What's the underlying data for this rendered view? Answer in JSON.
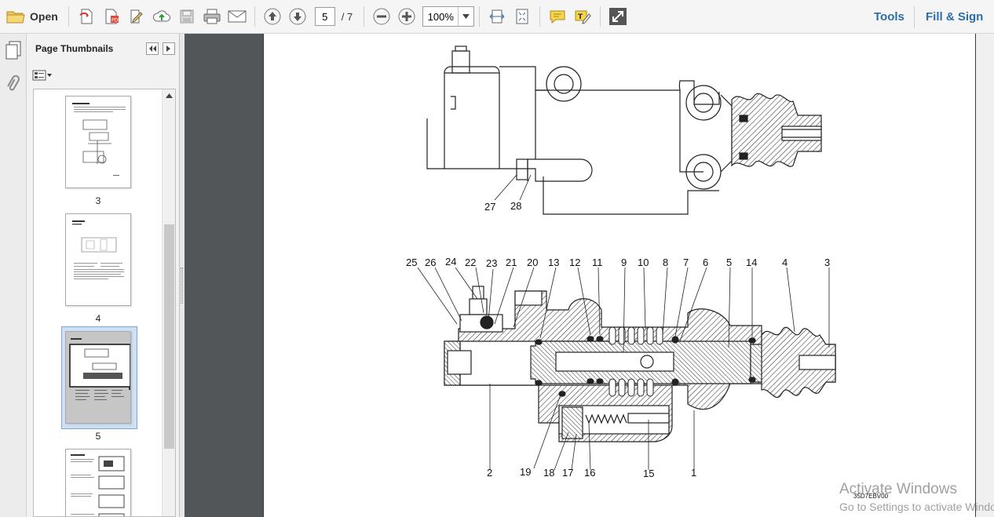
{
  "toolbar": {
    "open_label": "Open",
    "page_current": "5",
    "page_total": "/ 7",
    "zoom": "100%",
    "tools_label": "Tools",
    "fill_sign_label": "Fill & Sign"
  },
  "sidebar": {
    "panel_title": "Page Thumbnails",
    "thumbnails": [
      {
        "label": "3",
        "selected": false
      },
      {
        "label": "4",
        "selected": false
      },
      {
        "label": "5",
        "selected": true
      },
      {
        "label": "",
        "selected": false
      }
    ]
  },
  "document": {
    "top_view_callouts": [
      "27",
      "28"
    ],
    "section_top_callouts": [
      "25",
      "26",
      "24",
      "22",
      "23",
      "21",
      "20",
      "13",
      "12",
      "11",
      "9",
      "10",
      "8",
      "7",
      "6",
      "5",
      "14",
      "4",
      "3"
    ],
    "section_bottom_callouts": [
      "2",
      "19",
      "18",
      "17",
      "16",
      "15",
      "1"
    ],
    "drawing_code": "35D7EBV00"
  },
  "watermark": {
    "line1": "Activate Windows",
    "line2": "Go to Settings to activate Windows."
  },
  "colors": {
    "toolbar_bg": "#f5f5f5",
    "link_blue": "#2d6ea8",
    "doc_bg": "#525659",
    "selection": "#cfe0f2"
  }
}
